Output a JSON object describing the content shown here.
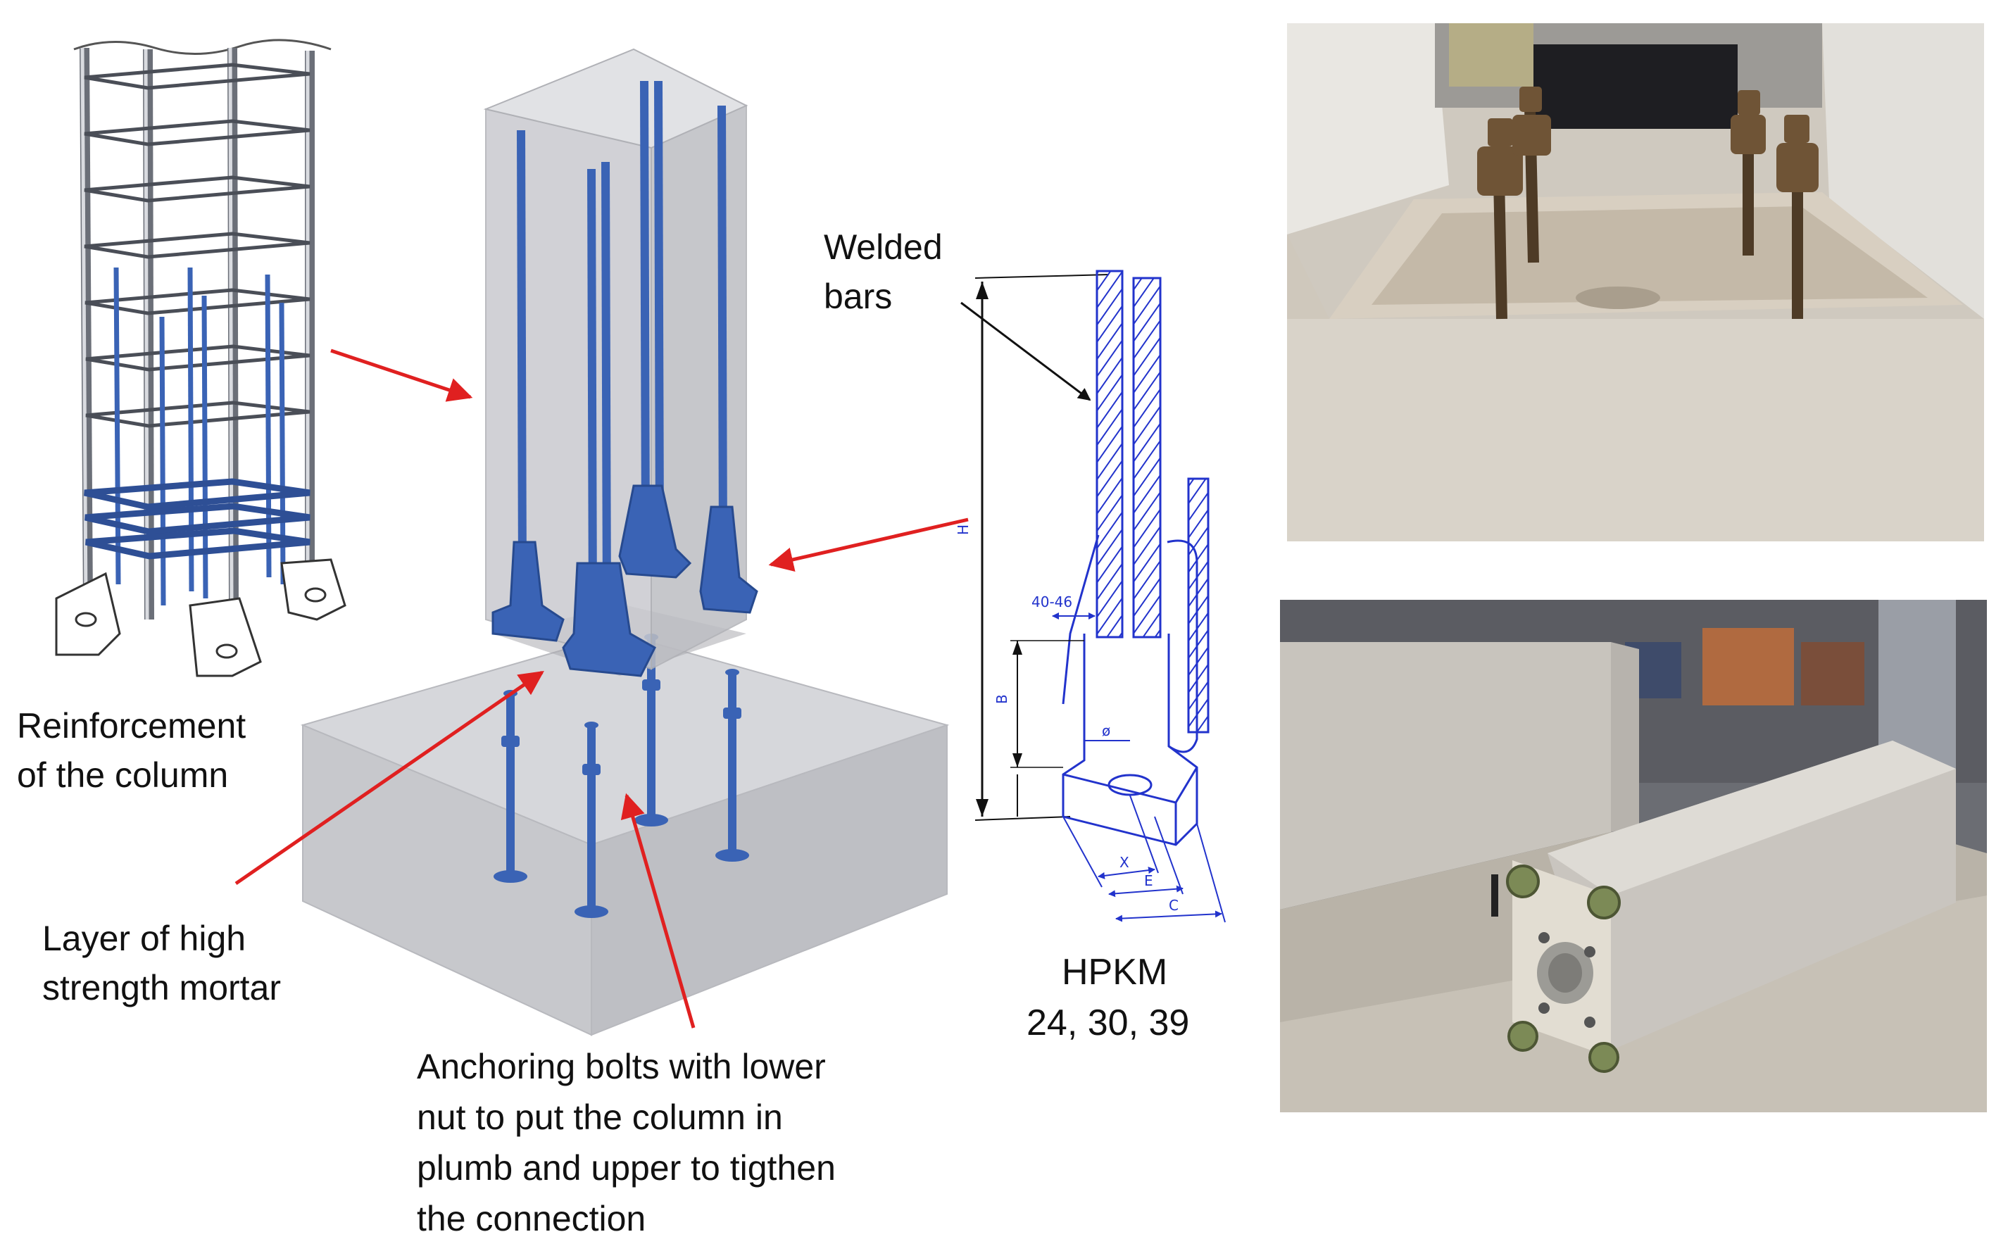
{
  "labels": {
    "reinforcement": [
      "Reinforcement",
      "of the column"
    ],
    "mortar": [
      "Layer of high",
      "strength mortar"
    ],
    "bolts": [
      "Anchoring bolts with lower",
      "nut to put the column in",
      "plumb and upper to tigthen",
      "the connection"
    ],
    "welded": [
      "Welded",
      "bars"
    ],
    "hpkm": [
      "HPKM",
      "24, 30, 39"
    ]
  },
  "dimensions": {
    "spacing": "40-46",
    "height_b": "B",
    "height_h": "H",
    "diameter": "ø",
    "dim_x": "X",
    "dim_e": "E",
    "dim_c": "C"
  },
  "colors": {
    "steel_blue": "#3a63b5",
    "concrete": "#cfd0d4",
    "arrow_red": "#e02020",
    "drawing_blue": "#2233cc"
  }
}
